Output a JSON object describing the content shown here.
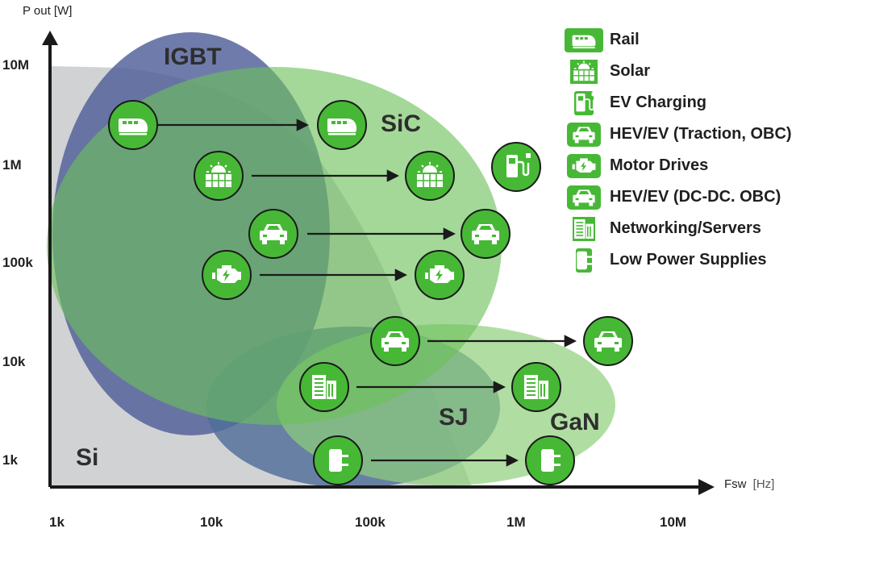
{
  "axes": {
    "y_title": "P out [W]",
    "x_title_main": "Fsw",
    "x_title_unit": "[Hz]",
    "y_ticks": [
      "10M",
      "1M",
      "100k",
      "10k",
      "1k"
    ],
    "x_ticks": [
      "1k",
      "10k",
      "100k",
      "1M",
      "10M"
    ]
  },
  "regions": {
    "si": "Si",
    "igbt": "IGBT",
    "sic": "SiC",
    "sj": "SJ",
    "gan": "GaN"
  },
  "colors": {
    "si": "#c9cacc",
    "igbt": "#4f5f99",
    "sic": "#6cc05a",
    "sj": "#4f6e9a",
    "gan": "#8fd07a",
    "icon": "#47b836",
    "arrow": "#1a1a1a"
  },
  "legend": [
    {
      "icon": "rail-icon",
      "label": "Rail"
    },
    {
      "icon": "solar-icon",
      "label": "Solar"
    },
    {
      "icon": "ev-charging-icon",
      "label": "EV Charging"
    },
    {
      "icon": "car-icon",
      "label": "HEV/EV (Traction, OBC)"
    },
    {
      "icon": "motor-icon",
      "label": "Motor Drives"
    },
    {
      "icon": "car-icon",
      "label": "HEV/EV (DC-DC. OBC)"
    },
    {
      "icon": "server-icon",
      "label": "Networking/Servers"
    },
    {
      "icon": "plug-icon",
      "label": "Low Power Supplies"
    }
  ],
  "application_nodes": [
    {
      "icon": "rail-icon",
      "from": "rail-start",
      "to": "rail-end"
    },
    {
      "icon": "solar-icon",
      "from": "solar-start",
      "to": "solar-end"
    },
    {
      "icon": "car-icon",
      "from": "traction-start",
      "to": "traction-end"
    },
    {
      "icon": "motor-icon",
      "from": "motor-start",
      "to": "motor-end"
    },
    {
      "icon": "car-icon",
      "from": "dcdc-start",
      "to": "dcdc-end"
    },
    {
      "icon": "server-icon",
      "from": "server-start",
      "to": "server-end"
    },
    {
      "icon": "plug-icon",
      "from": "lps-start",
      "to": "lps-end"
    },
    {
      "icon": "ev-charging-icon",
      "from": "ev-charging",
      "to": null
    }
  ]
}
